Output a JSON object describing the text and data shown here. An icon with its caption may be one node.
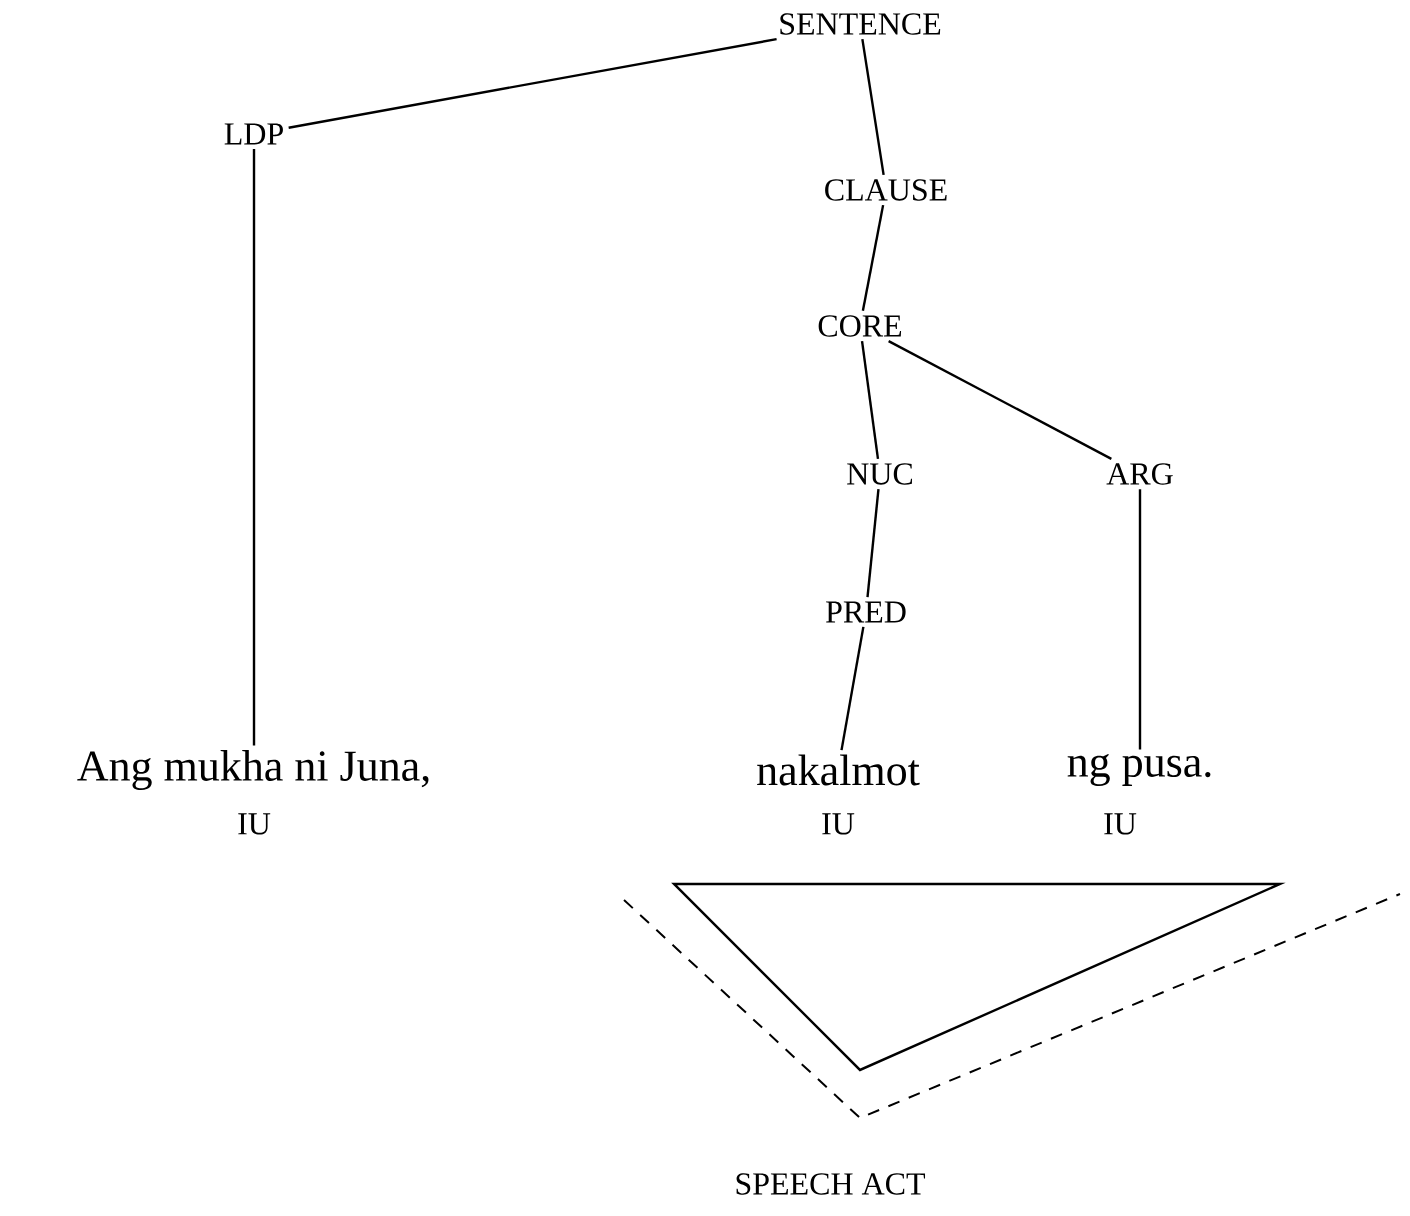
{
  "diagram": {
    "nodes": [
      {
        "text": [
          "SENTENCE"
        ]
      },
      {
        "text": [
          "LDP"
        ]
      },
      {
        "text": [
          "CLAUSE"
        ]
      },
      {
        "text": [
          "CORE"
        ]
      },
      {
        "text": [
          "NUC"
        ]
      },
      {
        "text": [
          "ARG"
        ]
      },
      {
        "text": [
          "PRED"
        ]
      },
      {
        "text": [
          "Ang mukha ni Juna,"
        ]
      },
      {
        "text": [
          "nakalmot"
        ]
      },
      {
        "text": [
          "ng pusa."
        ]
      }
    ],
    "edges": [
      {
        "from": 0,
        "to": 1,
        "arrow": "none"
      },
      {
        "from": 0,
        "to": 2,
        "arrow": "none"
      },
      {
        "from": 2,
        "to": 3,
        "arrow": "none"
      },
      {
        "from": 3,
        "to": 4,
        "arrow": "none"
      },
      {
        "from": 3,
        "to": 5,
        "arrow": "none"
      },
      {
        "from": 4,
        "to": 6,
        "arrow": "none"
      },
      {
        "from": 1,
        "to": 7,
        "arrow": "none"
      },
      {
        "from": 6,
        "to": 8,
        "arrow": "none"
      },
      {
        "from": 5,
        "to": 9,
        "arrow": "none"
      }
    ],
    "labels": [
      "IU",
      "IU",
      "IU",
      "SPEECH ACT"
    ]
  }
}
